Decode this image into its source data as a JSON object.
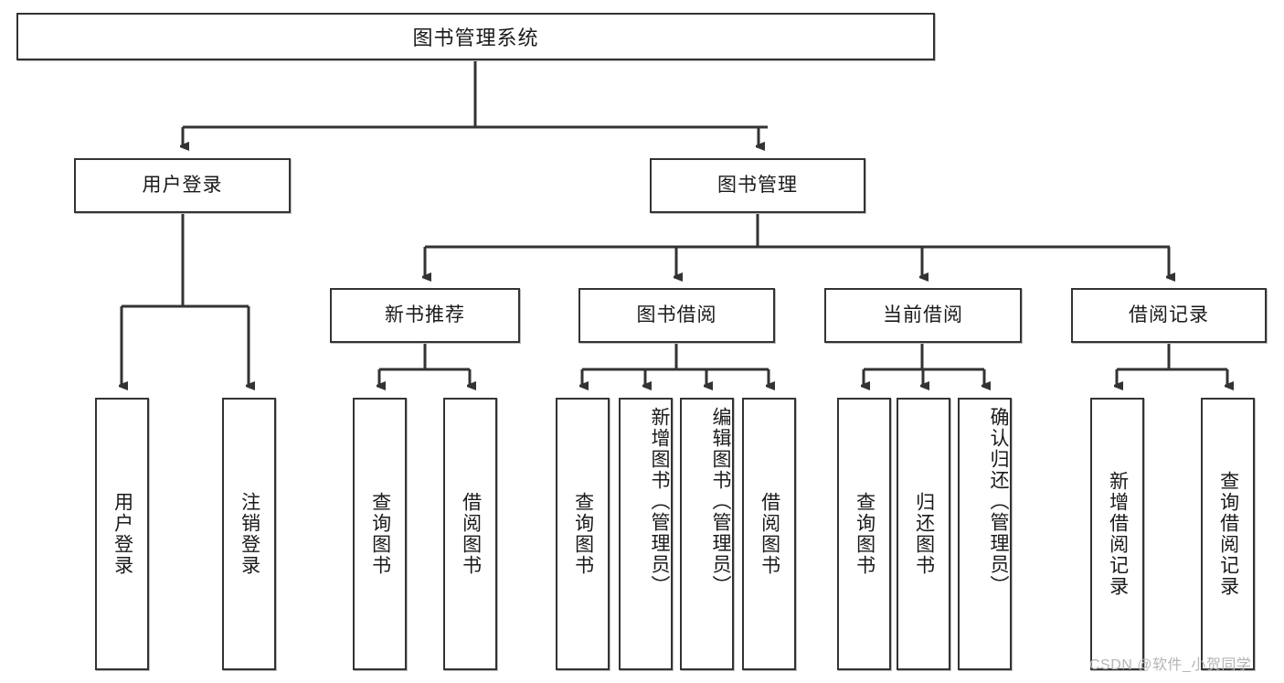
{
  "diagram": {
    "type": "tree",
    "title": "图书管理系统",
    "orientation": "top-down",
    "colors": {
      "background": "#ffffff",
      "node_fill": "#ffffff",
      "node_border": "#333333",
      "connector": "#333333",
      "text": "#1a1a1a",
      "watermark": "#b5b5b5"
    },
    "root": {
      "label": "图书管理系统"
    },
    "level1": [
      {
        "label": "用户登录"
      },
      {
        "label": "图书管理"
      }
    ],
    "level2": [
      {
        "label": "新书推荐"
      },
      {
        "label": "图书借阅"
      },
      {
        "label": "当前借阅"
      },
      {
        "label": "借阅记录"
      }
    ],
    "leaves": {
      "user_login": [
        {
          "label": "用户登录"
        },
        {
          "label": "注销登录"
        }
      ],
      "new_book_recommend": [
        {
          "label": "查询图书"
        },
        {
          "label": "借阅图书"
        }
      ],
      "book_borrow": [
        {
          "label": "查询图书"
        },
        {
          "label": "新增图书（管理员）"
        },
        {
          "label": "编辑图书（管理员）"
        },
        {
          "label": "借阅图书"
        }
      ],
      "current_borrow": [
        {
          "label": "查询图书"
        },
        {
          "label": "归还图书"
        },
        {
          "label": "确认归还（管理员）"
        }
      ],
      "borrow_record": [
        {
          "label": "新增借阅记录"
        },
        {
          "label": "查询借阅记录"
        }
      ]
    },
    "watermark": "CSDN @软件_小贺同学"
  }
}
